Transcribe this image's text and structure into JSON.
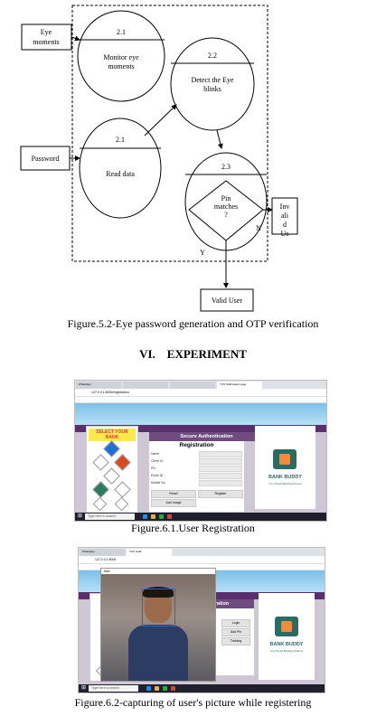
{
  "figure_5_2": {
    "inputs": {
      "eye_moments": "Eye moments",
      "password": "Password"
    },
    "nodes": [
      {
        "id": "2.1",
        "label": "Monitor eye moments"
      },
      {
        "id": "2.2",
        "label": "Detect the Eye blinks"
      },
      {
        "id": "2.1",
        "label": "Read data"
      },
      {
        "id": "2.3",
        "label": "Pin matches ?"
      }
    ],
    "yes_label": "Y",
    "no_label": "N",
    "invalid_box": "Invalid Us",
    "valid_box": "Valid User",
    "caption": "Figure.5.2-Eye password generation and OTP verification"
  },
  "section": {
    "number": "VI.",
    "title": "EXPERIMENT"
  },
  "figure_6_1": {
    "caption": "Figure.6.1.User Registration",
    "tabs": [
      "WhatsApp",
      "",
      "",
      "TCS SAM Agent page"
    ],
    "address": "127.0.0.1:5000/registration",
    "panel_header": "Secure Authentication",
    "form_title": "Registration",
    "fields": [
      "Name",
      "Client ID",
      "Pin",
      "Email ID",
      "Mobile No"
    ],
    "buttons": [
      "Reset",
      "Register"
    ],
    "extra_button": "Add Image",
    "select_bank": "SELECT YOUR BANK",
    "brand": "BANK BUDDY",
    "brand_sub": "Your Smart Banking Partner",
    "taskbar_search": "Type here to search"
  },
  "figure_6_2": {
    "caption": "Figure.6.2-capturing of user's picture while registering",
    "tabs": [
      "WhatsApp",
      "TCS SAM"
    ],
    "address": "127.0.0.1:5000",
    "camera_window_title": "face",
    "panel_header_fragment": "stration",
    "menu_buttons": [
      "Login",
      "Add Pin",
      "Training"
    ],
    "brand": "BANK BUDDY",
    "brand_sub": "Your Smart Banking Partner",
    "taskbar_search": "Type here to search"
  }
}
